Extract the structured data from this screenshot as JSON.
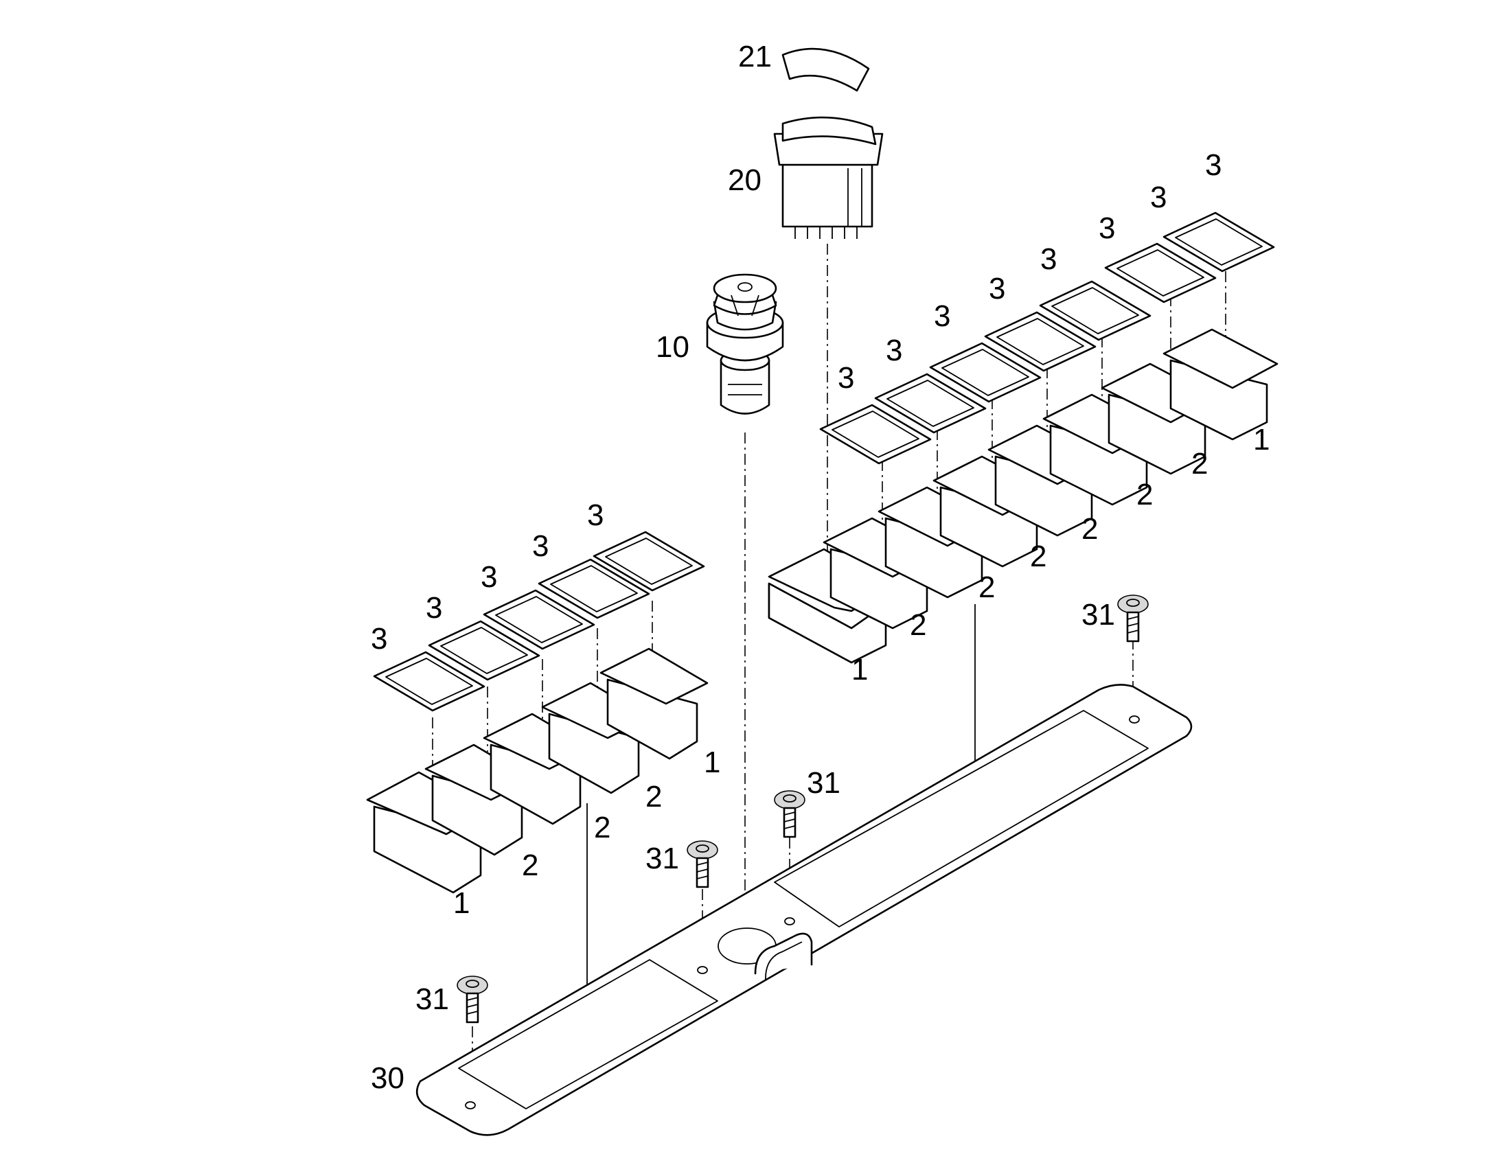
{
  "diagram": {
    "callouts": {
      "c21": "21",
      "c20": "20",
      "c10": "10",
      "c30": "30",
      "c31a": "31",
      "c31b": "31",
      "c31c": "31",
      "c31d": "31",
      "r3": [
        "3",
        "3",
        "3",
        "3",
        "3",
        "3",
        "3",
        "3"
      ],
      "r2": [
        "2",
        "2",
        "2",
        "2",
        "2",
        "2"
      ],
      "r1a": "1",
      "r1b": "1",
      "l3": [
        "3",
        "3",
        "3",
        "3",
        "3"
      ],
      "l2": [
        "2",
        "2",
        "2"
      ],
      "l1a": "1",
      "l1b": "1"
    }
  }
}
